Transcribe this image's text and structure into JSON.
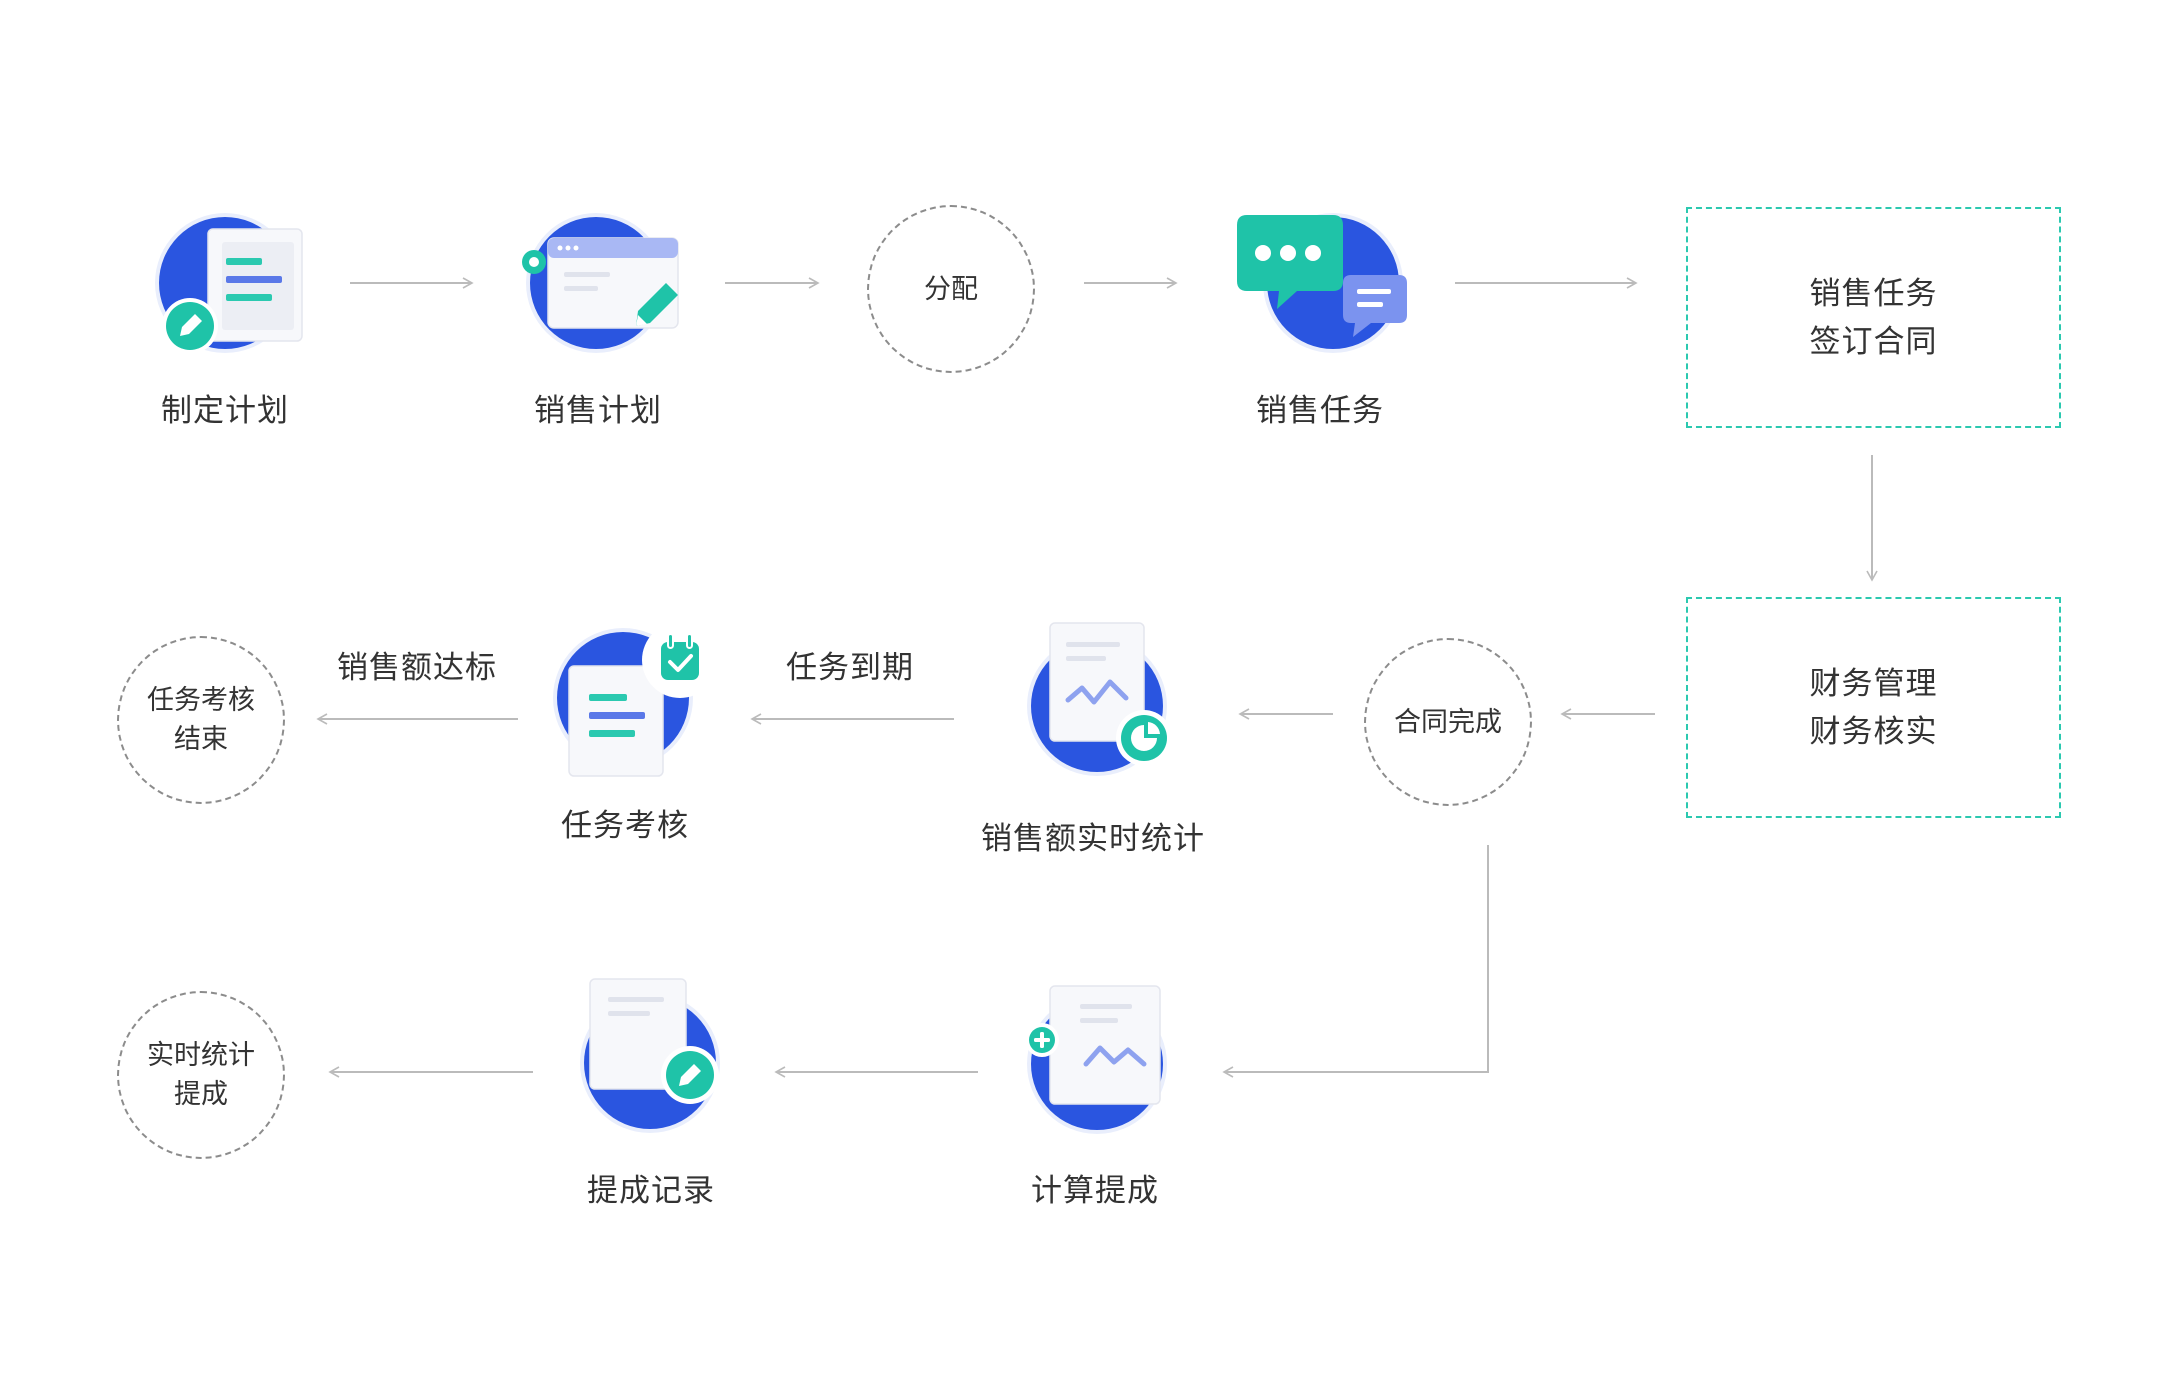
{
  "colors": {
    "primary_blue": "#2a55e0",
    "teal": "#2bc9b0",
    "arrow": "#bbbbbb",
    "dashed_circle": "#8c8c8c"
  },
  "row1": {
    "plan": {
      "label": "制定计划",
      "icon": "plan-document-edit-icon"
    },
    "sales_plan": {
      "label": "销售计划",
      "icon": "browser-edit-icon"
    },
    "assign": {
      "label": "分配"
    },
    "sales_task": {
      "label": "销售任务",
      "icon": "chat-bubbles-icon"
    },
    "contract_box": {
      "line1": "销售任务",
      "line2": "签订合同"
    }
  },
  "row2": {
    "finance_box": {
      "line1": "财务管理",
      "line2": "财务核实"
    },
    "contract_done": {
      "label": "合同完成"
    },
    "realtime_stats": {
      "label": "销售额实时统计",
      "icon": "chart-document-icon"
    },
    "task_expire": {
      "label": "任务到期"
    },
    "task_review": {
      "label": "任务考核",
      "icon": "calendar-document-icon"
    },
    "sales_target": {
      "label": "销售额达标"
    },
    "review_end": {
      "line1": "任务考核",
      "line2": "结束"
    }
  },
  "row3": {
    "calc_commission": {
      "label": "计算提成",
      "icon": "add-chart-icon"
    },
    "commission_record": {
      "label": "提成记录",
      "icon": "document-edit-icon"
    },
    "realtime_commission": {
      "line1": "实时统计",
      "line2": "提成"
    }
  }
}
